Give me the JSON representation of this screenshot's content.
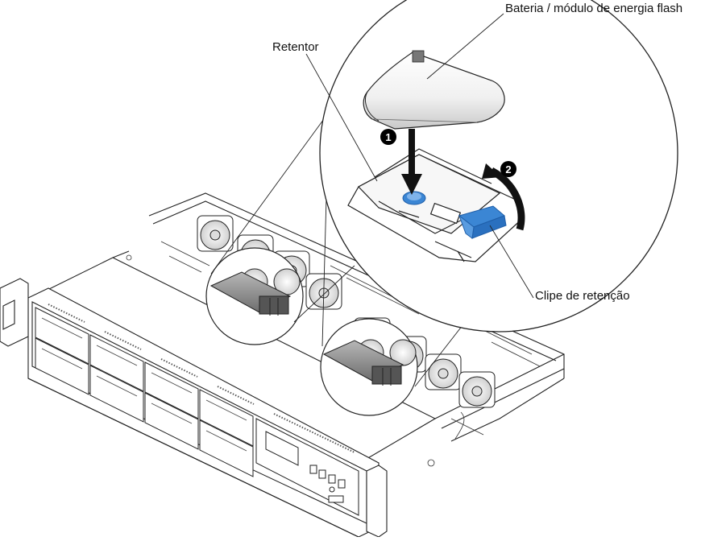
{
  "labels": {
    "battery": "Bateria / módulo de energia flash",
    "retainer": "Retentor",
    "clip": "Clipe de retenção"
  },
  "steps": {
    "first": "1",
    "second": "2"
  },
  "colors": {
    "line": "#1a1a1a",
    "clip_blue": "#3b86d4",
    "clip_blue_dark": "#1f5ea8",
    "step_bg": "#000000",
    "fan_grey": "#d8d8d8",
    "module_grey": "#8a8a8a"
  }
}
